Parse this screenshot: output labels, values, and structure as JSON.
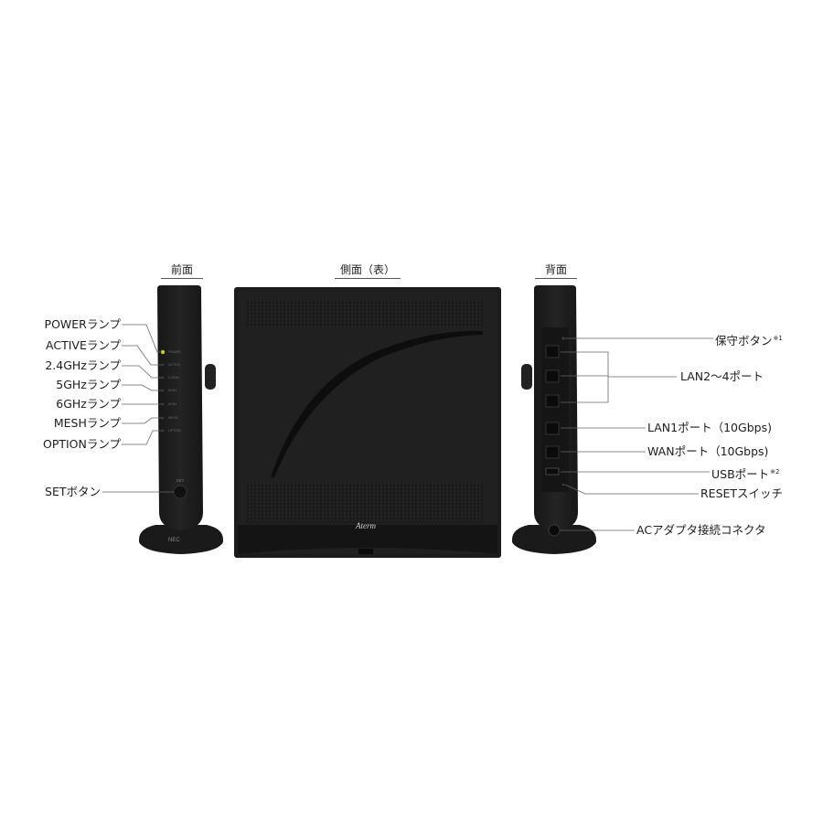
{
  "views": {
    "front": "前面",
    "side": "側面（表）",
    "back": "背面"
  },
  "front_labels": [
    "POWERランプ",
    "ACTIVEランプ",
    "2.4GHzランプ",
    "5GHzランプ",
    "6GHzランプ",
    "MESHランプ",
    "OPTIONランプ",
    "SETボタン"
  ],
  "back_labels": {
    "maintenance": "保守ボタン",
    "maintenance_note": "※1",
    "lan24": "LAN2～4ポート",
    "lan1": "LAN1ポート（10Gbps)",
    "wan": "WANポート（10Gbps)",
    "usb": "USBポート",
    "usb_note": "※2",
    "reset": "RESETスイッチ",
    "ac": "ACアダプタ接続コネクタ"
  },
  "device_marks": {
    "brand": "Aterm",
    "maker": "NEC",
    "set": "SET",
    "lamp_texts": [
      "POWER",
      "ACTIVE",
      "2.4GHz",
      "5GHz",
      "6GHz",
      "MESH",
      "OPTION"
    ]
  },
  "colors": {
    "device": "#1f1f1f",
    "device_edge": "#2c2c2c",
    "power_led": "#c9d21a",
    "leader": "#666666"
  }
}
